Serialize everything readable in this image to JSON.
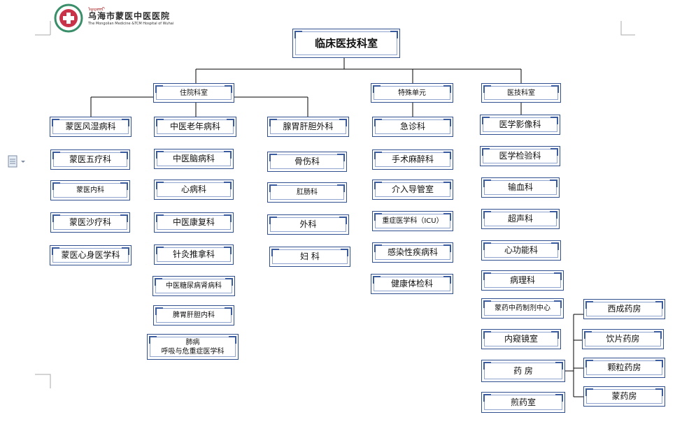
{
  "logo": {
    "name_cn": "乌海市蒙医中医医院",
    "name_en": "The Mongolian Medicine &TCM Hospital of Wuhai",
    "emblem_icon": "hospital-cross-emblem-icon"
  },
  "root": "临床医技科室",
  "groups": [
    {
      "label": "住院科室"
    },
    {
      "label": "特殊单元"
    },
    {
      "label": "医技科室"
    }
  ],
  "columns": {
    "col1": [
      "蒙医风湿病科",
      "蒙医五疗科",
      "蒙医内科",
      "蒙医沙疗科",
      "蒙医心身医学科"
    ],
    "col2": [
      "中医老年病科",
      "中医脑病科",
      "心病科",
      "中医康复科",
      "针灸推拿科",
      "中医糖尿病肾病科",
      "脾胃肝胆内科",
      "肺病\n呼吸与危重症医学科"
    ],
    "col3": [
      "腺胃肝胆外科",
      "骨伤科",
      "肛肠科",
      "外科",
      "妇 科"
    ],
    "col4": [
      "急诊科",
      "手术麻醉科",
      "介入导管室",
      "重症医学科（ICU）",
      "感染性疾病科",
      "健康体检科"
    ],
    "col5": [
      "医学影像科",
      "医学检验科",
      "输血科",
      "超声科",
      "心功能科",
      "病理科",
      "蒙药中药制剂中心",
      "内窥镜室",
      "药 房",
      "煎药室"
    ],
    "pharmacy": [
      "西成药房",
      "饮片药房",
      "颗粒药房",
      "蒙药房"
    ]
  },
  "colors": {
    "border": "#2f4f8f",
    "line": "#000000",
    "ornament": "#3a5c9e"
  }
}
